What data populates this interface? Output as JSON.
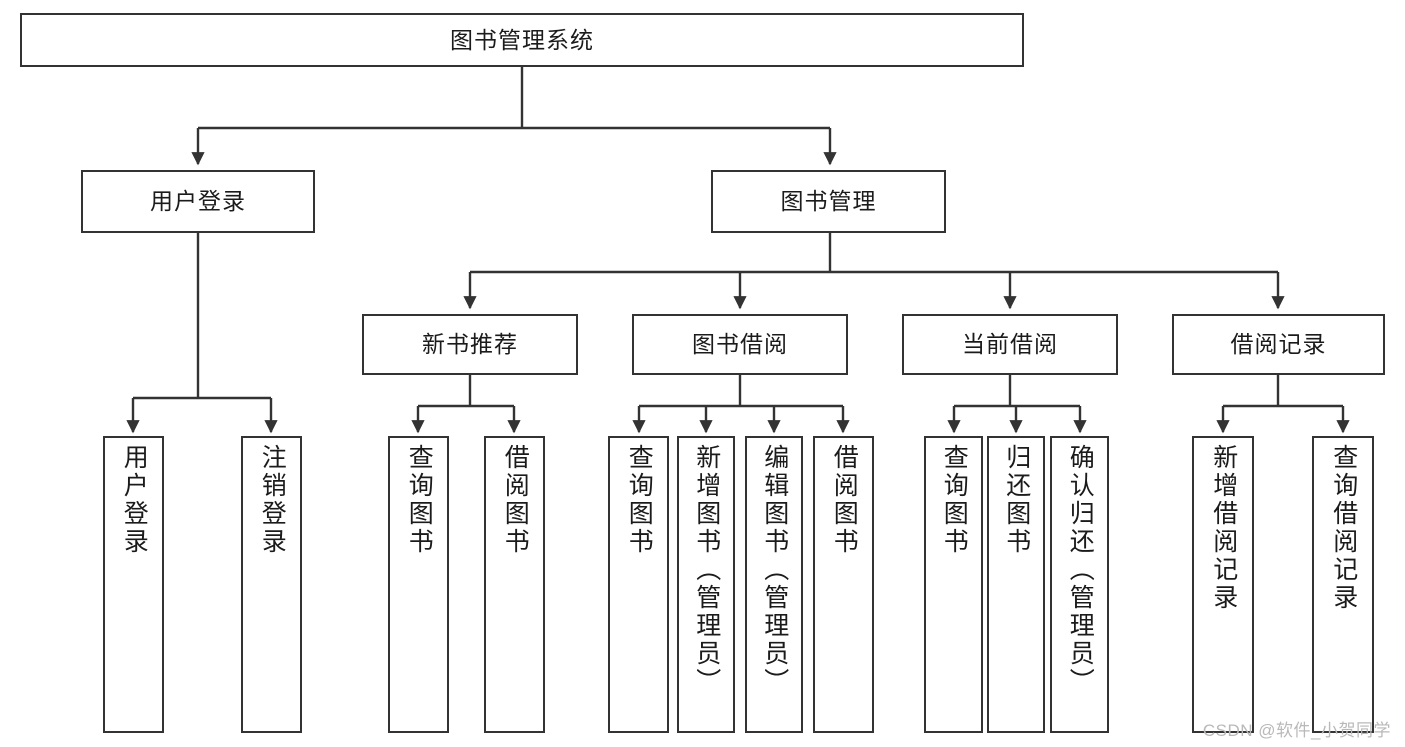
{
  "diagram": {
    "title": "图书管理系统",
    "watermark": "CSDN @软件_小贺同学",
    "line_color": "#333333",
    "box_border_color": "#333333",
    "box_fill_color": "#ffffff",
    "text_color": "#1b1b1b",
    "watermark_color": "#b9b9b9"
  },
  "nodes": {
    "root": {
      "label": "图书管理系统"
    },
    "level2": [
      {
        "label": "用户登录"
      },
      {
        "label": "图书管理"
      }
    ],
    "level3": [
      {
        "label": "新书推荐"
      },
      {
        "label": "图书借阅"
      },
      {
        "label": "当前借阅"
      },
      {
        "label": "借阅记录"
      }
    ],
    "leaves": {
      "user_login": [
        {
          "label": "用户登录"
        },
        {
          "label": "注销登录"
        }
      ],
      "new_book_recommend": [
        {
          "label": "查询图书"
        },
        {
          "label": "借阅图书"
        }
      ],
      "book_borrow": [
        {
          "label": "查询图书"
        },
        {
          "label": "新增图书（管理员）"
        },
        {
          "label": "编辑图书（管理员）"
        },
        {
          "label": "借阅图书"
        }
      ],
      "current_borrow": [
        {
          "label": "查询图书"
        },
        {
          "label": "归还图书"
        },
        {
          "label": "确认归还（管理员）"
        }
      ],
      "borrow_record": [
        {
          "label": "新增借阅记录"
        },
        {
          "label": "查询借阅记录"
        }
      ]
    }
  }
}
